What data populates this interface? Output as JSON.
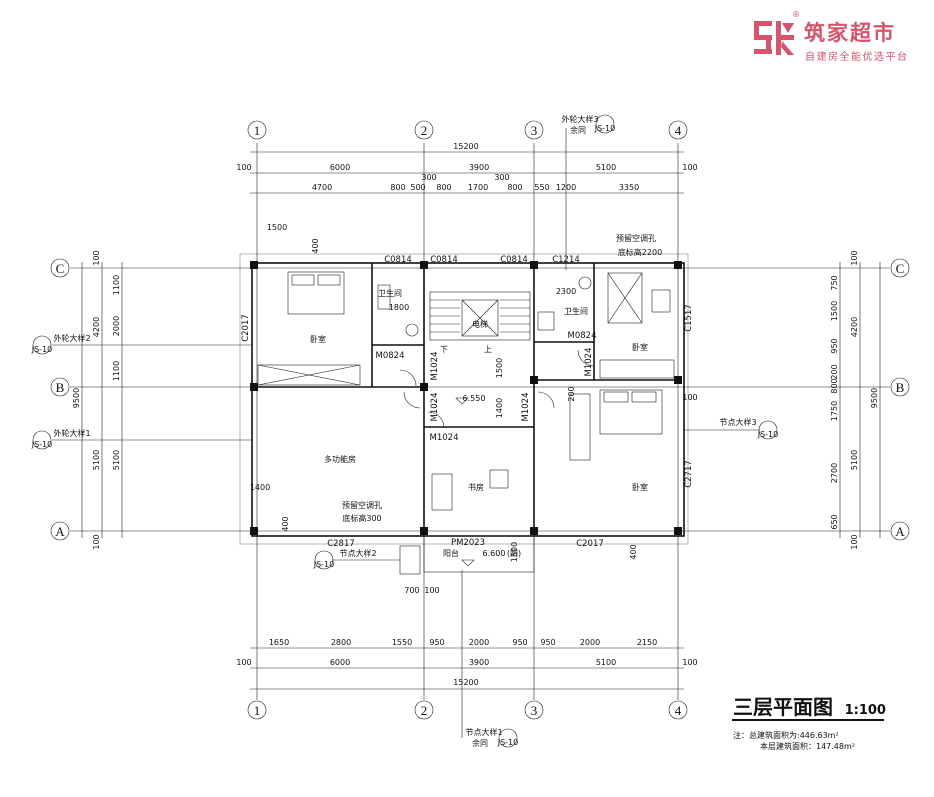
{
  "brand": {
    "name": "筑家超市",
    "tagline": "自建房全能优选平台",
    "registered_mark": "®",
    "color": "#d9536a"
  },
  "drawing": {
    "title": "三层平面图",
    "scale": "1:100",
    "note_area_label": "注：总建筑面积为:446.63m²",
    "note_floor_area_label": "本层建筑面积：147.48m²"
  },
  "axes": {
    "columns": [
      "1",
      "2",
      "3",
      "4"
    ],
    "rows": [
      "C",
      "B",
      "A"
    ]
  },
  "dims": {
    "top_total": "15200",
    "top_edge_left": "100",
    "top_edge_right": "100",
    "top_spans": [
      "6000",
      "3900",
      "5100"
    ],
    "top_details": [
      "4700",
      "800",
      "500",
      "800",
      "1700",
      "800",
      "550",
      "1200",
      "3350"
    ],
    "top_300a": "300",
    "top_300b": "300",
    "bottom_details": [
      "1650",
      "2800",
      "1550",
      "950",
      "2000",
      "950",
      "950",
      "2000",
      "2150"
    ],
    "bottom_spans": [
      "6000",
      "3900",
      "5100"
    ],
    "bottom_total": "15200",
    "bottom_edge_left": "100",
    "bottom_edge_right": "100",
    "left_total": "9500",
    "left_spans": [
      "4200",
      "5100"
    ],
    "left_details": [
      "1100",
      "2000",
      "1100"
    ],
    "left_edges": [
      "100",
      "100"
    ],
    "right_total": "9500",
    "right_spans": [
      "4200",
      "5100"
    ],
    "right_details": [
      "750",
      "1500",
      "950",
      "200",
      "800",
      "1750",
      "2700",
      "650"
    ],
    "right_edges": [
      "100",
      "100"
    ],
    "misc_1500": "1500",
    "misc_400a": "400",
    "misc_400b": "400",
    "misc_400c": "400",
    "misc_1400": "1400",
    "misc_1400b": "1400",
    "misc_1500b": "1500",
    "misc_1500c": "1500",
    "misc_1800": "1800",
    "misc_2300": "2300",
    "misc_200": "200",
    "misc_100": "100",
    "misc_700": "700",
    "misc_100b": "100"
  },
  "rooms": {
    "bedroom_nw": "卧室",
    "bath_left": "卫生间",
    "bath_right": "卫生间",
    "elevator": "电梯",
    "multi_function": "多功能房",
    "study": "书房",
    "bedroom_ne": "卧室",
    "bedroom_se": "卧室",
    "balcony": "阳台"
  },
  "openings": {
    "c0814_1": "C0814",
    "c0814_2": "C0814",
    "c0814_3": "C0814",
    "c1214": "C1214",
    "c2017_left": "C2017",
    "m0824_left": "M0824",
    "m0824_right": "M0824",
    "m1024_a": "M1024",
    "m1024_b": "M1024",
    "m1024_c": "M1024",
    "m1024_d": "M1024",
    "m1024_e": "M1024",
    "c1517": "C1517",
    "c2717": "C2717",
    "c2817": "C2817",
    "c2017_bottom": "C2017",
    "pm2023": "PM2023"
  },
  "levels": {
    "floor": "6.550",
    "balcony": "6.600",
    "balcony_suffix": "(阳)"
  },
  "annotations": {
    "up_mark": "上",
    "down_mark": "下",
    "ac_hole_top": "预留空调孔",
    "ac_hole_top_2": "底标高2200",
    "ac_hole_bottom": "预留空调孔",
    "ac_hole_bottom_2": "底标高300",
    "detail_top": "外轮大样3",
    "detail_top_same": "余同",
    "detail_left_1": "外轮大样2",
    "detail_left_2": "外轮大样1",
    "detail_right": "节点大样3",
    "detail_bottom_left": "节点大样2",
    "detail_bottom": "节点大样1",
    "detail_bottom_same": "余同",
    "detail_ref": "JS-10"
  }
}
